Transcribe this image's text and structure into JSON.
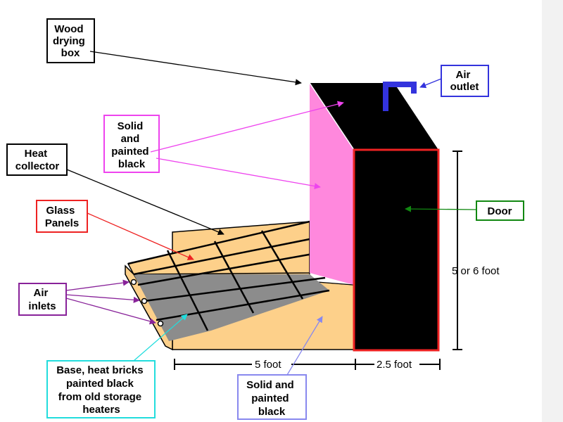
{
  "labels": {
    "wood_drying_box": [
      "Wood",
      "drying",
      "box"
    ],
    "air_outlet": [
      "Air",
      "outlet"
    ],
    "solid_black_top": [
      "Solid",
      "and",
      "painted",
      "black"
    ],
    "heat_collector": [
      "Heat",
      "collector"
    ],
    "glass_panels": [
      "Glass",
      "Panels"
    ],
    "door": [
      "Door"
    ],
    "air_inlets": [
      "Air",
      "inlets"
    ],
    "base": [
      "Base, heat bricks",
      "painted black",
      "from old storage",
      "heaters"
    ],
    "solid_black_bottom": [
      "Solid and",
      "painted",
      "black"
    ]
  },
  "dimensions": {
    "height": "5 or 6 foot",
    "collector_length": "5 foot",
    "box_depth": "2.5 foot"
  },
  "colors": {
    "wood_box_label_border": "#000000",
    "air_outlet": "#3333dd",
    "solid_black_label": "#ee44ee",
    "heat_collector_label_border": "#000000",
    "glass_panels": "#ee2222",
    "door": "#118811",
    "air_inlets": "#882299",
    "base": "#22dddd",
    "solid_black_bottom": "#8888ee",
    "pink_side": "#ff88dd",
    "wood": "#fdd08a",
    "base_gray": "#8c8c8c"
  }
}
